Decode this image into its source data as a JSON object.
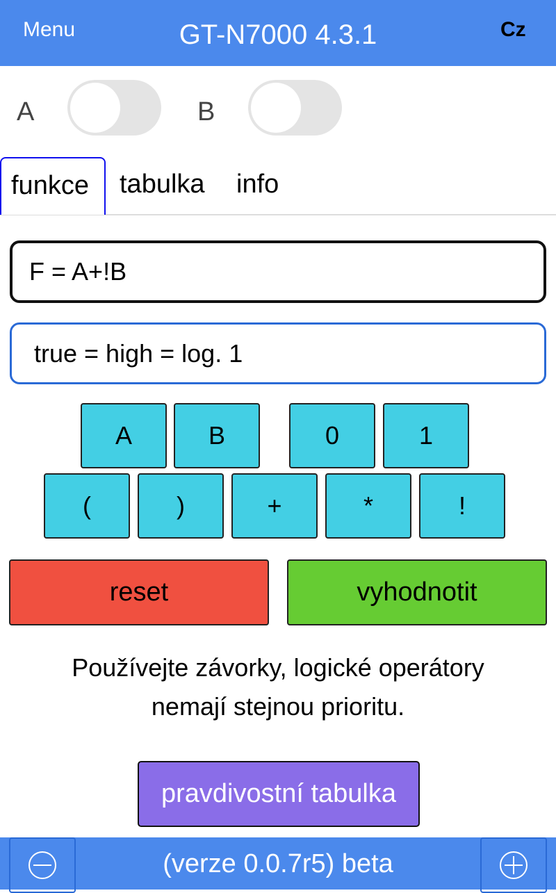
{
  "header": {
    "menu": "Menu",
    "title": "GT-N7000 4.3.1",
    "lang": "Cz"
  },
  "inputs": {
    "a_label": "A",
    "b_label": "B",
    "a_on": false,
    "b_on": false
  },
  "tabs": [
    {
      "label": "funkce",
      "active": true
    },
    {
      "label": "tabulka"
    },
    {
      "label": "info"
    }
  ],
  "formula": "F = A+!B",
  "hint": "true = high = log. 1",
  "keys_row1": [
    "A",
    "B",
    "0",
    "1"
  ],
  "keys_row2": [
    "(",
    ")",
    "+",
    "*",
    "!"
  ],
  "actions": {
    "reset": "reset",
    "evaluate": "vyhodnotit",
    "truth_table": "pravdivostní tabulka"
  },
  "note": {
    "line1": "Používejte závorky, logické operátory",
    "line2": "nemají stejnou prioritu."
  },
  "footer": {
    "version": "(verze 0.0.7r5) beta"
  },
  "colors": {
    "header": "#4b89ec",
    "key": "#43cfe4",
    "reset": "#f05040",
    "evaluate": "#66cc33",
    "truth": "#8a6de8"
  }
}
